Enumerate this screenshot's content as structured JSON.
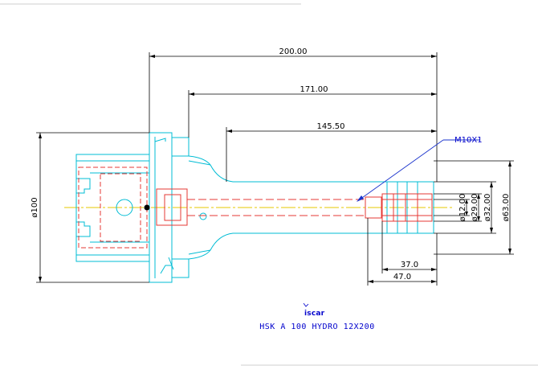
{
  "colors": {
    "outline": "#00bcd4",
    "dimension": "#000000",
    "hidden": "#e53935",
    "centerline": "#e6c800",
    "leader": "#1a33cc",
    "title": "#0000cc"
  },
  "dimensions": {
    "length_total": "200.00",
    "length_shank": "171.00",
    "length_bore": "145.50",
    "length_clamp": "37.0",
    "length_clamp_outer": "47.0",
    "dia_flange": "ø100",
    "dia_bore": "ø12.00",
    "dia_inner": "ø29.00",
    "dia_nose": "ø32.00",
    "dia_body": "ø63.00"
  },
  "thread_callout": "M10X1",
  "title_block": {
    "logo_text": "iscar",
    "description": "HSK A 100 HYDRO 12X200"
  }
}
